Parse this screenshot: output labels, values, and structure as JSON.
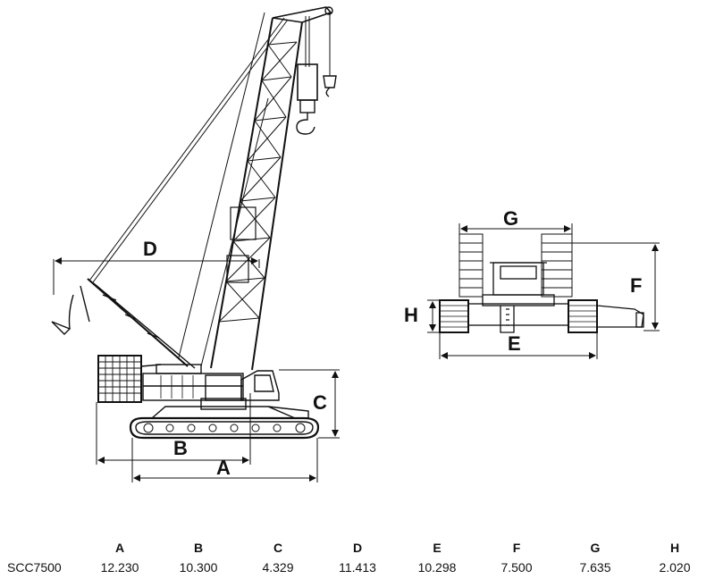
{
  "labels": {
    "a": "A",
    "b": "B",
    "c": "C",
    "d": "D",
    "e": "E",
    "f": "F",
    "g": "G",
    "h": "H"
  },
  "table": {
    "model": "SCC7500",
    "columns": [
      "A",
      "B",
      "C",
      "D",
      "E",
      "F",
      "G",
      "H"
    ],
    "values": [
      "12.230",
      "10.300",
      "4.329",
      "11.413",
      "10.298",
      "7.500",
      "7.635",
      "2.020"
    ]
  },
  "colors": {
    "line": "#111111",
    "background": "#ffffff"
  }
}
